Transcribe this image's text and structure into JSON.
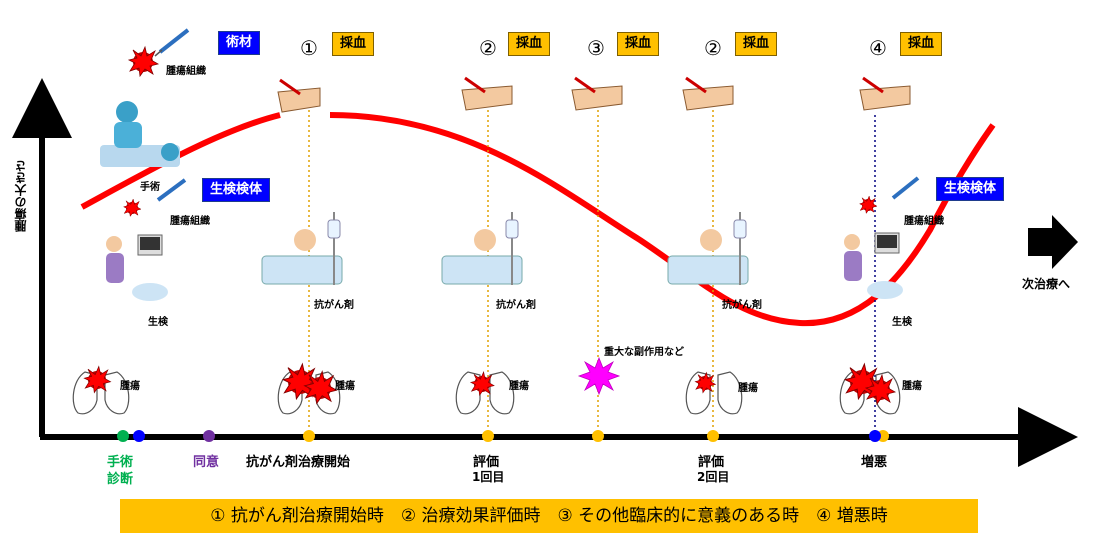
{
  "y_axis_label": "腫瘍の大きさ",
  "next_treatment": "次治療へ",
  "boxes": {
    "jutsuzai": "術材",
    "biopsy1": "生検検体",
    "biopsy2": "生検検体",
    "blood": "採血"
  },
  "circled": [
    "①",
    "②",
    "③",
    "②",
    "④"
  ],
  "labels": {
    "tumor_tissue": "腫瘍組織",
    "surgery": "手術",
    "biopsy": "生検",
    "anticancer": "抗がん剤",
    "tumor": "腫瘍",
    "side_effect": "重大な副作用など"
  },
  "timeline": {
    "surgery_diag": [
      "手術",
      "診断"
    ],
    "consent": "同意",
    "start": "抗がん剤治療開始",
    "eval1": [
      "評価",
      "1回目"
    ],
    "eval2": [
      "評価",
      "2回目"
    ],
    "worse": "増悪"
  },
  "legend": "① 抗がん剤治療開始時　② 治療効果評価時　③ その他臨床的に意義のある時　④ 増悪時",
  "colors": {
    "curve": "#ff0000",
    "axis": "#000000",
    "orange_box": "#ffc000",
    "blue_box": "#0000ff",
    "green_dot": "#00b050",
    "blue_dot": "#0000ff",
    "purple_dot": "#7030a0",
    "orange_dot": "#ffc000",
    "label_green": "#00b050",
    "label_purple": "#7030a0",
    "side_effect_star": "#ff00ff"
  }
}
